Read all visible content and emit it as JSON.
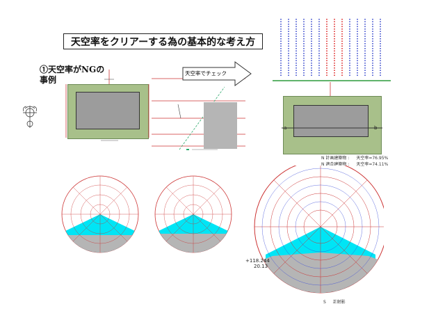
{
  "title": "天空率をクリアーする為の基本的な考え方",
  "case": {
    "label_line1": "①天空率がNGの",
    "label_line2": "事例"
  },
  "arrow": {
    "label": "天空率でチェック"
  },
  "results": {
    "line1_label": "N 計画建築物 :",
    "line1_value": "天空率=76.95%",
    "line2_label": "N 適合建築物 :",
    "line2_value": "天空率=74.11%"
  },
  "markers": {
    "a": "a",
    "b": "b"
  },
  "coords": {
    "x": "+118.244",
    "y": "20.13"
  },
  "footer_note": "S 　 正射影",
  "colors": {
    "site_green": "#a8c08a",
    "building_gray": "#9c9c9c",
    "sky_cyan": "#00e5f5",
    "grid_blue": "#3b4bd8",
    "grid_red": "#e03030",
    "arrow_fill": "#ffffff"
  },
  "icons": {
    "compass": "compass-icon"
  }
}
